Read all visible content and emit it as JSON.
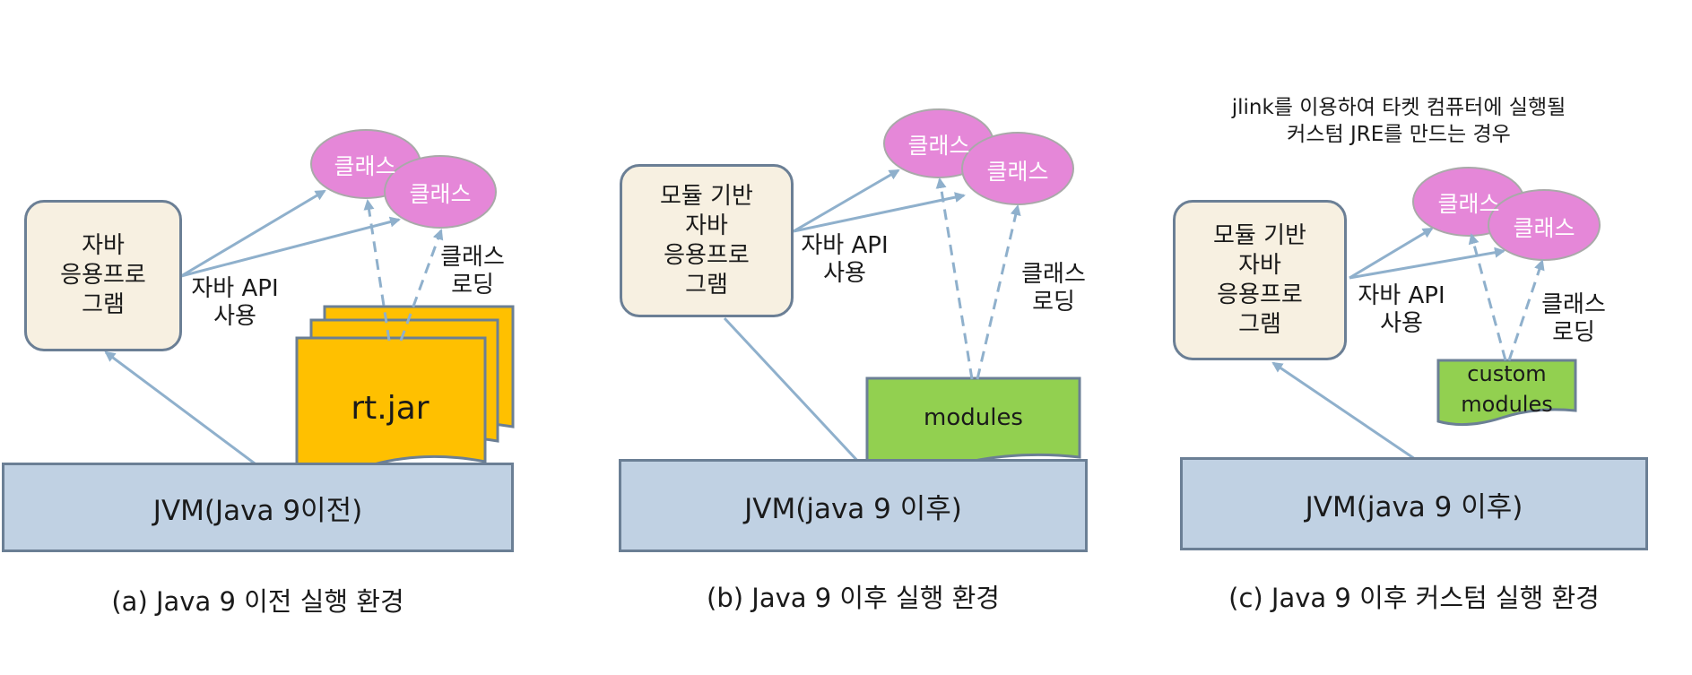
{
  "class_label": "클래스",
  "api_label": "자바 API\n사용",
  "loading_label": "클래스\n로딩",
  "panel_a": {
    "app_label": "자바\n응용프로\n그램",
    "jar_label": "rt.jar",
    "jvm_label": "JVM(Java 9이전)",
    "caption": "(a) Java 9 이전 실행 환경"
  },
  "panel_b": {
    "app_label": "모듈 기반\n자바\n응용프로\n그램",
    "modules_label": "modules",
    "jvm_label": "JVM(java 9 이후)",
    "caption": "(b) Java 9 이후 실행 환경"
  },
  "panel_c": {
    "note": "jlink를 이용하여 타켓 컴퓨터에 실행될\n커스텀 JRE를 만드는 경우",
    "app_label": "모듈 기반\n자바\n응용프로\n그램",
    "modules_label": "custom\nmodules",
    "jvm_label": "JVM(java 9 이후)",
    "caption": "(c) Java 9 이후 커스텀 실행 환경"
  },
  "colors": {
    "app_fill": "#f7f0e1",
    "border": "#6b7f95",
    "jvm_fill": "#c0d1e3",
    "jar_fill": "#ffc000",
    "modules_fill": "#92d050",
    "class_fill": "#e587d8",
    "arrow": "#8fb0cc"
  }
}
